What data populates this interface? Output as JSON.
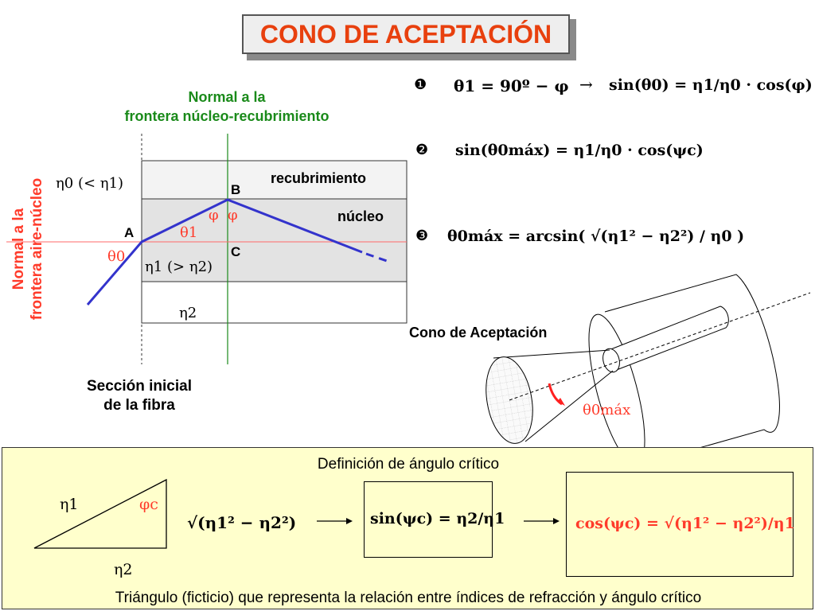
{
  "title": "CONO DE ACEPTACIÓN",
  "normal_boundary_label": [
    "Normal a la",
    "frontera núcleo-recubrimiento"
  ],
  "normal_air_label": [
    "Normal a la",
    "frontera aire-núcleo"
  ],
  "section_label": [
    "Sección inicial",
    "de la fibra"
  ],
  "cladding_label": "recubrimiento",
  "core_label": "núcleo",
  "point_a": "A",
  "point_b": "B",
  "point_c": "C",
  "eta0_note": "η0 (< η1)",
  "eta1_note": "η1 (> η2)",
  "eta2_label": "η2",
  "theta1_label": "θ1",
  "theta0_label": "θ0",
  "phi_pair": "φ  φ",
  "eq_markers": [
    "❶",
    "❷",
    "❸"
  ],
  "eq1_left": "θ1 = 90º − φ",
  "eq1_arrow": "→",
  "eq1_right": "sin(θ0) = η1/η0 · cos(φ)",
  "eq2": "sin(θ0máx) = η1/η0 · cos(ψc)",
  "eq3": "θ0máx = arcsin( √(η1² − η2²) / η0 )",
  "cone_label": "Cono de Aceptación",
  "theta0max_label": "θ0máx",
  "bottom_title": "Definición de ángulo crítico",
  "triangle_eta1": "η1",
  "triangle_phic": "φc",
  "triangle_eta2": "η2",
  "expr_sqrt": "√(η1² − η2²)",
  "expr_sin_psic": "sin(ψc) = η2/η1",
  "expr_cos_psic": "cos(ψc) = √(η1² − η2²)/η1",
  "bottom_caption": "Triángulo (ficticio) que representa la relación entre índices de refracción y ángulo crítico",
  "colors": {
    "title": "#e8400e",
    "green": "#1a8a1a",
    "red": "#ff3b2b",
    "ray": "#3333cc",
    "panel": "#ffffcc"
  }
}
